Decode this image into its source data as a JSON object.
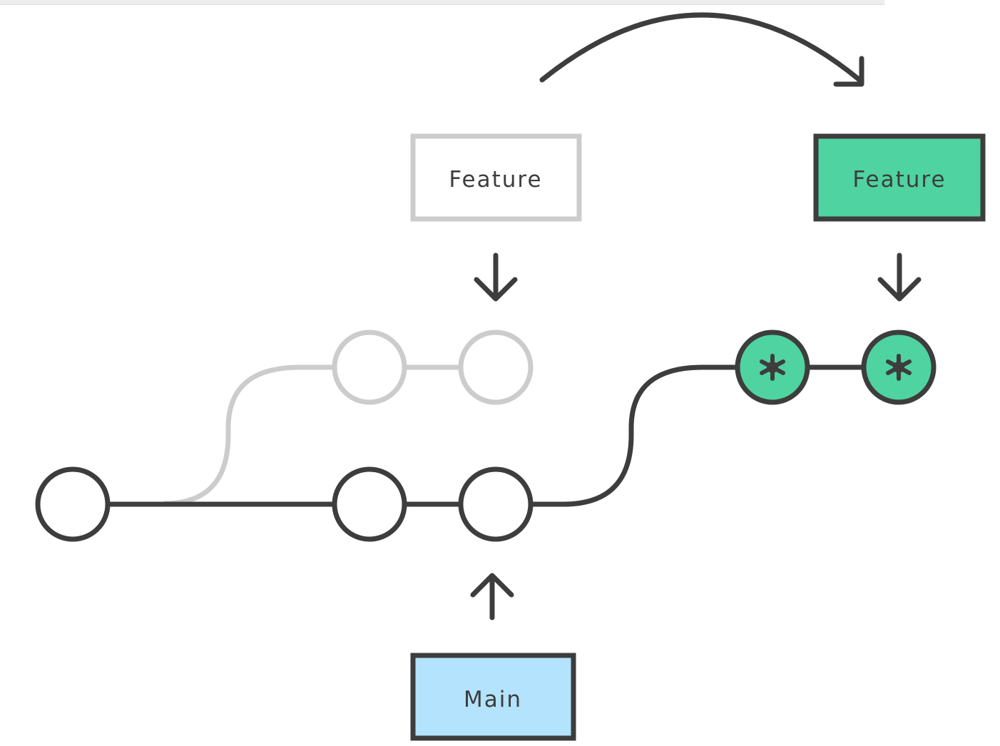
{
  "labels": {
    "feature_old": "Feature",
    "feature_new": "Feature",
    "main": "Main"
  },
  "colors": {
    "ink": "#3d3d3d",
    "ghost": "#cccccc",
    "feature_green": "#4fd3a1",
    "main_blue": "#b3e3fd",
    "background": "#ffffff"
  },
  "icons": {
    "new_commit_marker": "asterisk-icon",
    "pointer": "arrow-icon",
    "move": "curved-arrow-icon"
  }
}
